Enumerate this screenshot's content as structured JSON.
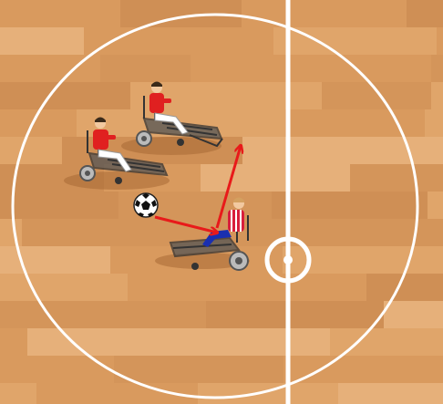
{
  "scene": {
    "type": "power-chair-football-diagram",
    "court_lines": {
      "color": "#ffffff"
    },
    "floor_colors": [
      "#d99a5e",
      "#e0a56a",
      "#cf8f55",
      "#e6b07a",
      "#d4955a"
    ],
    "arrow_color": "#e81a1a",
    "players": [
      {
        "team": "red",
        "shirt_color": "#e02020",
        "shorts_color": "#ffffff",
        "role": "opponent"
      },
      {
        "team": "red",
        "shirt_color": "#e02020",
        "shorts_color": "#ffffff",
        "role": "opponent"
      },
      {
        "team": "striped",
        "shirt_color": "#d81e3c",
        "stripe_color": "#ffffff",
        "shorts_color": "#1a2fb0",
        "role": "ball-carrier"
      }
    ],
    "ball": {
      "icon": "soccer-ball-icon"
    }
  }
}
